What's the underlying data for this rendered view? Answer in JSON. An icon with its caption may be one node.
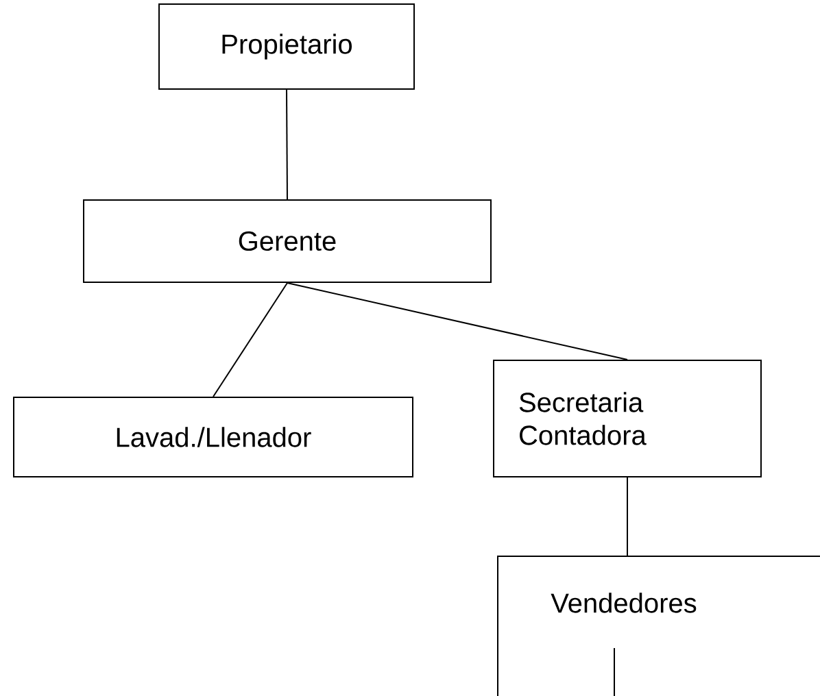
{
  "diagram": {
    "nodes": [
      {
        "text": [
          "Propietario"
        ]
      },
      {
        "text": [
          "Gerente"
        ]
      },
      {
        "text": [
          "Lavad./Llenador"
        ]
      },
      {
        "text": [
          "Secretaria Contadora"
        ]
      },
      {
        "text": [
          "Vendedores"
        ]
      }
    ],
    "edges": [
      {
        "from": 0,
        "to": 1,
        "arrow": "none"
      },
      {
        "from": 1,
        "to": 2,
        "arrow": "none"
      },
      {
        "from": 1,
        "to": 3,
        "arrow": "none"
      },
      {
        "from": 3,
        "to": 4,
        "arrow": "none"
      },
      {
        "from": 4,
        "to": null,
        "arrow": "none"
      }
    ]
  }
}
